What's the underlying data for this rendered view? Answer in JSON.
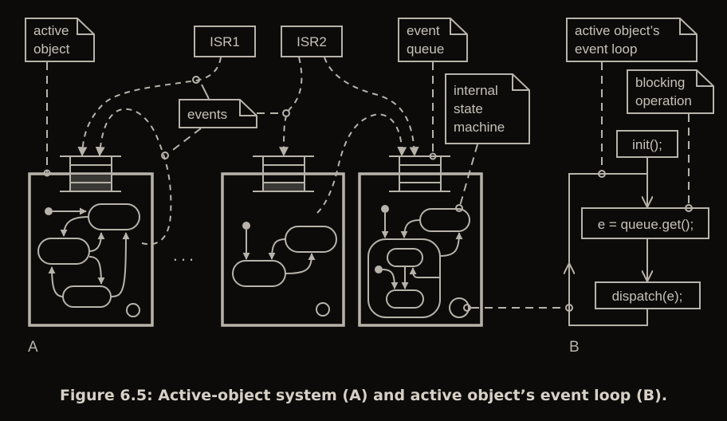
{
  "notes": {
    "active_object": [
      "active",
      "object"
    ],
    "event_queue": [
      "event",
      "queue"
    ],
    "internal_state_machine": [
      "internal",
      "state",
      "machine"
    ],
    "event_loop": [
      "active object’s",
      "event loop"
    ],
    "blocking_operation": [
      "blocking",
      "operation"
    ],
    "events": "events"
  },
  "isr": {
    "isr1": "ISR1",
    "isr2": "ISR2"
  },
  "loop": {
    "init": "init();",
    "get": "e = queue.get();",
    "dispatch": "dispatch(e);"
  },
  "labels": {
    "a": "A",
    "b": "B",
    "ellipsis": "..."
  },
  "queues": [
    {
      "name": "queue-a",
      "filled_slots": 2,
      "total_slots": 4
    },
    {
      "name": "queue-2",
      "filled_slots": 1,
      "total_slots": 4
    },
    {
      "name": "queue-3",
      "filled_slots": 0,
      "total_slots": 4
    }
  ],
  "caption": "Figure 6.5: Active-object system (A) and active object’s event loop (B).",
  "colors": {
    "background": "#0d0b0a",
    "line": "#b8b3aa",
    "caption": "#d6d0c6"
  }
}
